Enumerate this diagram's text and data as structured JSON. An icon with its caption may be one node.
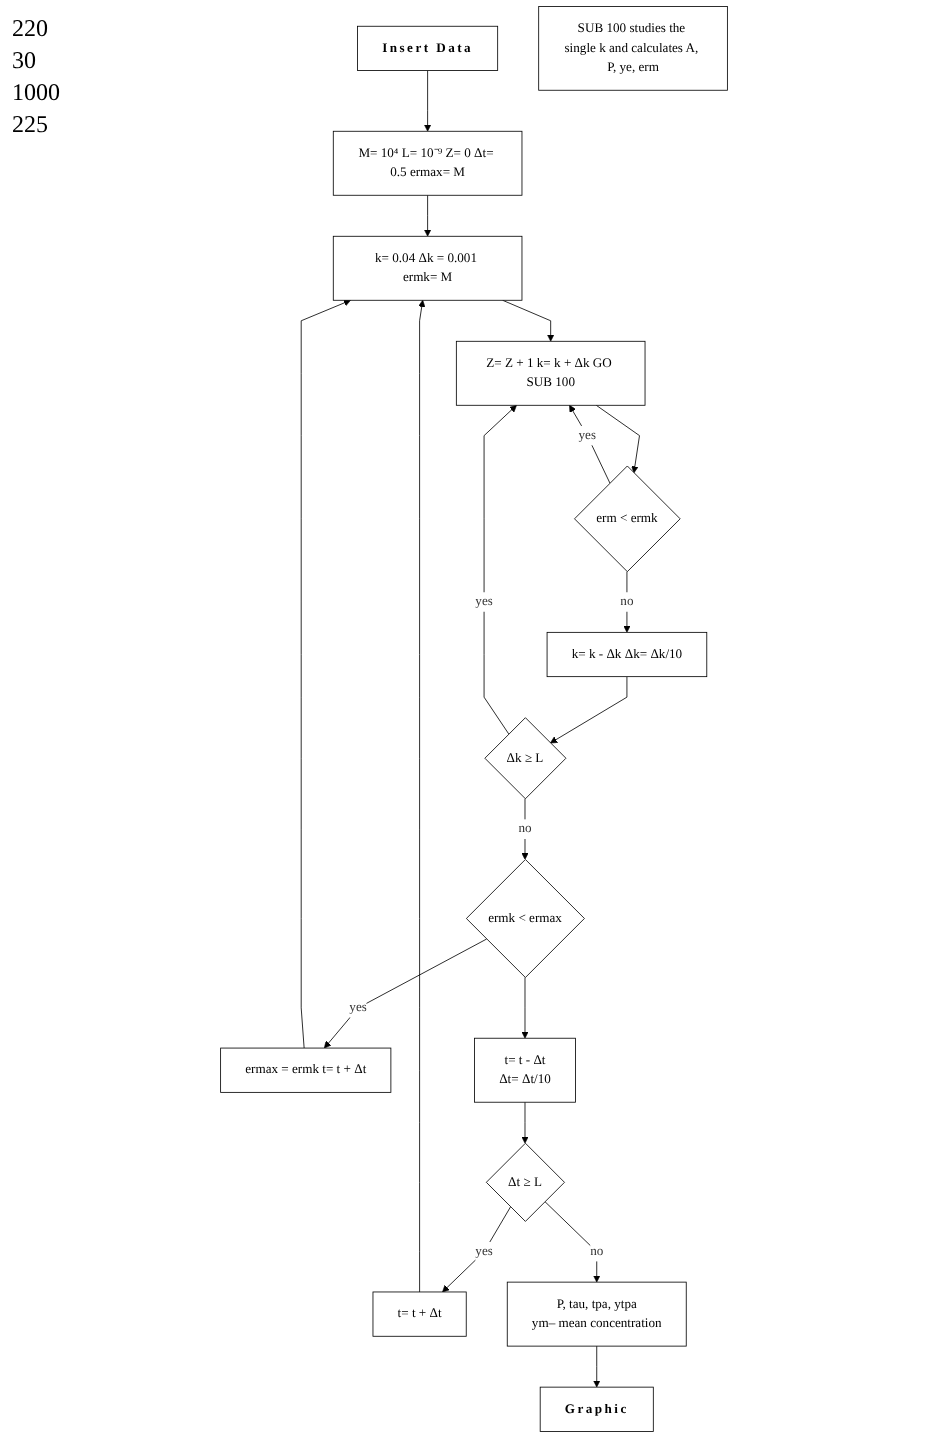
{
  "diagram": {
    "nodes": [
      {
        "text": [
          "Insert Data"
        ]
      },
      {
        "text": [
          "M= 10⁴ L= 10⁻⁹ Z= 0 Δt= 0.5 ermax= M"
        ]
      },
      {
        "text": [
          "k= 0.04 Δk = 0.001 ermk= M"
        ]
      },
      {
        "text": [
          "Z= Z + 1 k= k + Δk GO SUB 100"
        ]
      },
      {
        "text": [
          "erm < ermk"
        ]
      },
      {
        "text": [
          "k= k - Δk Δk= Δk/10"
        ]
      },
      {
        "text": [
          "Δk ≥ L"
        ]
      },
      {
        "text": [
          "ermk < ermax"
        ]
      },
      {
        "text": [
          "ermax = ermk t= t + Δt"
        ]
      },
      {
        "text": [
          "t= t - Δt",
          "Δt= Δt/10"
        ]
      },
      {
        "text": [
          "Δt ≥ L"
        ]
      },
      {
        "text": [
          "t= t + Δt"
        ]
      },
      {
        "text": [
          "P, tau, tpa, ytpa",
          "ym– mean concentration"
        ]
      },
      {
        "text": [
          "Graphic"
        ]
      },
      {
        "text": [
          "SUB 100 studies the single k and calculates A, P, ye, erm"
        ]
      }
    ],
    "edges": [
      {
        "from": 0,
        "to": 1,
        "arrow": "to"
      },
      {
        "from": 1,
        "to": 2,
        "arrow": "to"
      },
      {
        "from": 2,
        "to": 3,
        "arrow": "to"
      },
      {
        "from": 3,
        "to": 4,
        "arrow": "to"
      },
      {
        "from": 4,
        "to": 3,
        "arrow": "to",
        "label": "yes"
      },
      {
        "from": 4,
        "to": 5,
        "arrow": "to",
        "label": "no"
      },
      {
        "from": 5,
        "to": 6,
        "arrow": "to"
      },
      {
        "from": 6,
        "to": 3,
        "arrow": "to",
        "label": "yes"
      },
      {
        "from": 6,
        "to": 7,
        "arrow": "to",
        "label": "no"
      },
      {
        "from": 7,
        "to": 8,
        "arrow": "to",
        "label": "yes"
      },
      {
        "from": 8,
        "to": 2,
        "arrow": "to"
      },
      {
        "from": 7,
        "to": 9,
        "arrow": "to"
      },
      {
        "from": 9,
        "to": 10,
        "arrow": "to"
      },
      {
        "from": 10,
        "to": 11,
        "arrow": "to",
        "label": "yes"
      },
      {
        "from": 11,
        "to": 2,
        "arrow": "to"
      },
      {
        "from": 10,
        "to": 12,
        "arrow": "to",
        "label": "no"
      },
      {
        "from": 12,
        "to": 13,
        "arrow": "to"
      }
    ],
    "labels": [
      "220",
      "30",
      "1000",
      "225"
    ]
  }
}
